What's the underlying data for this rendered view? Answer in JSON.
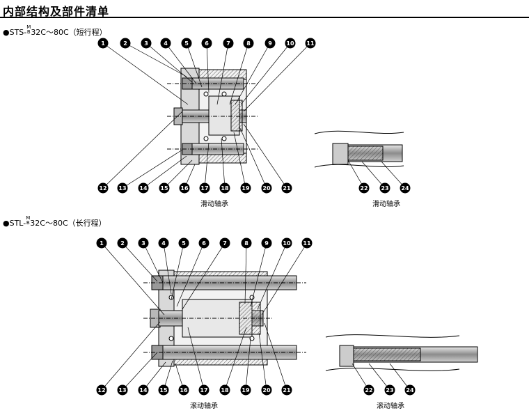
{
  "title": "内部结构及部件清单",
  "sections": [
    {
      "label_prefix": "●STS-",
      "label_sup": "M",
      "label_sub": "B",
      "label_suffix": "32C～80C（短行程）",
      "caption_main": "滑动轴承",
      "caption_side": "滑动轴承",
      "top_callouts": [
        "1",
        "2",
        "3",
        "4",
        "5",
        "6",
        "7",
        "8",
        "9",
        "10",
        "11"
      ],
      "bottom_callouts": [
        "12",
        "13",
        "14",
        "15",
        "16",
        "17",
        "18",
        "19",
        "20",
        "21"
      ],
      "side_callouts": [
        "22",
        "23",
        "24"
      ]
    },
    {
      "label_prefix": "●STL-",
      "label_sup": "M",
      "label_sub": "B",
      "label_suffix": "32C～80C（长行程）",
      "caption_main": "滚动轴承",
      "caption_side": "滚动轴承",
      "top_callouts": [
        "1",
        "2",
        "3",
        "4",
        "5",
        "6",
        "7",
        "8",
        "9",
        "10",
        "11"
      ],
      "bottom_callouts": [
        "12",
        "13",
        "14",
        "15",
        "16",
        "17",
        "18",
        "19",
        "20",
        "21"
      ],
      "side_callouts": [
        "22",
        "23",
        "24"
      ]
    }
  ],
  "colors": {
    "line": "#000000",
    "metal": "#b8b8b8",
    "metal_dark": "#7a7a7a",
    "hatch": "#555555"
  }
}
